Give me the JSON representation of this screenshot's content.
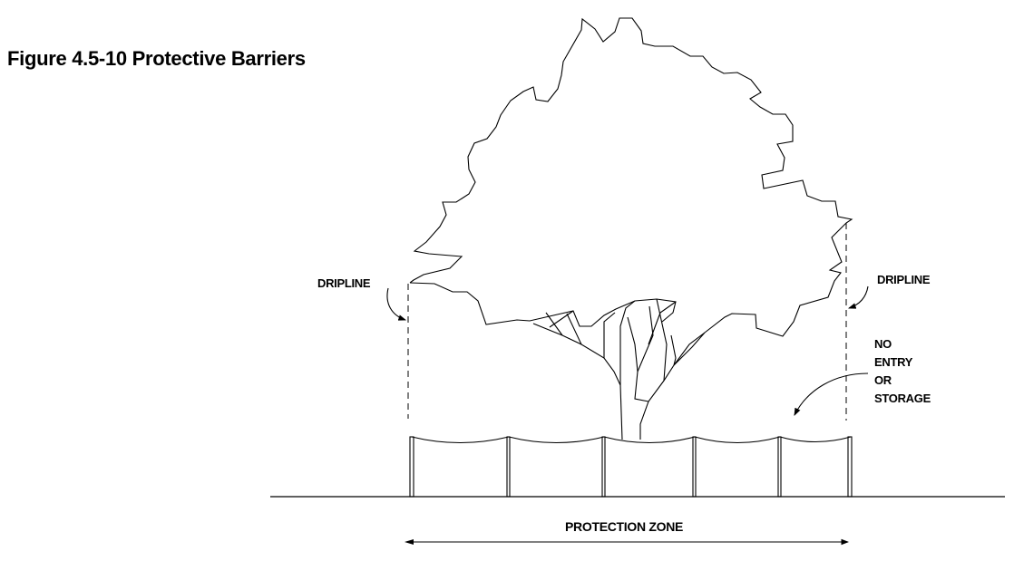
{
  "title": "Figure 4.5-10 Protective Barriers",
  "labels": {
    "dripline_left": "DRIPLINE",
    "dripline_right": "DRIPLINE",
    "no_entry": [
      "NO",
      "ENTRY",
      "OR",
      "STORAGE"
    ],
    "protection_zone": "PROTECTION ZONE"
  }
}
